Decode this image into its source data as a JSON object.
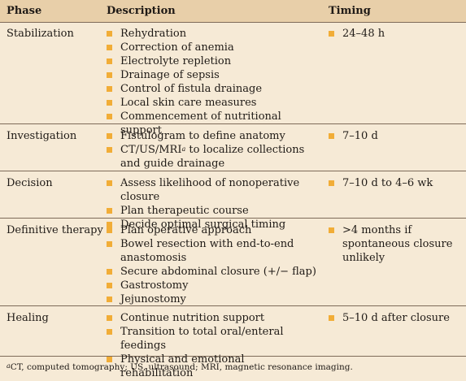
{
  "headers": {
    "phase": "Phase",
    "description": "Description",
    "timing": "Timing"
  },
  "rows": [
    {
      "phase": "Stabilization",
      "items": [
        "Rehydration",
        "Correction of anemia",
        "Electrolyte repletion",
        "Drainage of sepsis",
        "Control of fistula drainage",
        "Local skin care measures",
        "Commencement of nutritional support"
      ],
      "timing": "24–48 h"
    },
    {
      "phase": "Investigation",
      "items": [
        "Fistulogram to define anatomy",
        {
          "pre": "CT/US/MRI",
          "sup": "a",
          "post": " to localize collections and guide drainage"
        }
      ],
      "timing": "7–10 d"
    },
    {
      "phase": "Decision",
      "items": [
        "Assess likelihood of nonoperative closure",
        "Plan therapeutic course",
        "Decide optimal surgical timing"
      ],
      "timing": "7–10 d to 4–6 wk"
    },
    {
      "phase": "Definitive therapy",
      "items": [
        "Plan operative approach",
        "Bowel resection with end-to-end anastomosis",
        "Secure abdominal closure (+/− flap)",
        "Gastrostomy",
        "Jejunostomy"
      ],
      "timing": ">4 months if spontaneous closure unlikely"
    },
    {
      "phase": "Healing",
      "items": [
        "Continue nutrition support",
        "Transition to total oral/enteral feedings",
        "Physical and emotional rehabilitation"
      ],
      "timing": "5–10 d after closure"
    }
  ],
  "footnote": {
    "sup": "a",
    "text": "CT, computed tomography; US, ultrasound; MRI, magnetic resonance imaging."
  }
}
